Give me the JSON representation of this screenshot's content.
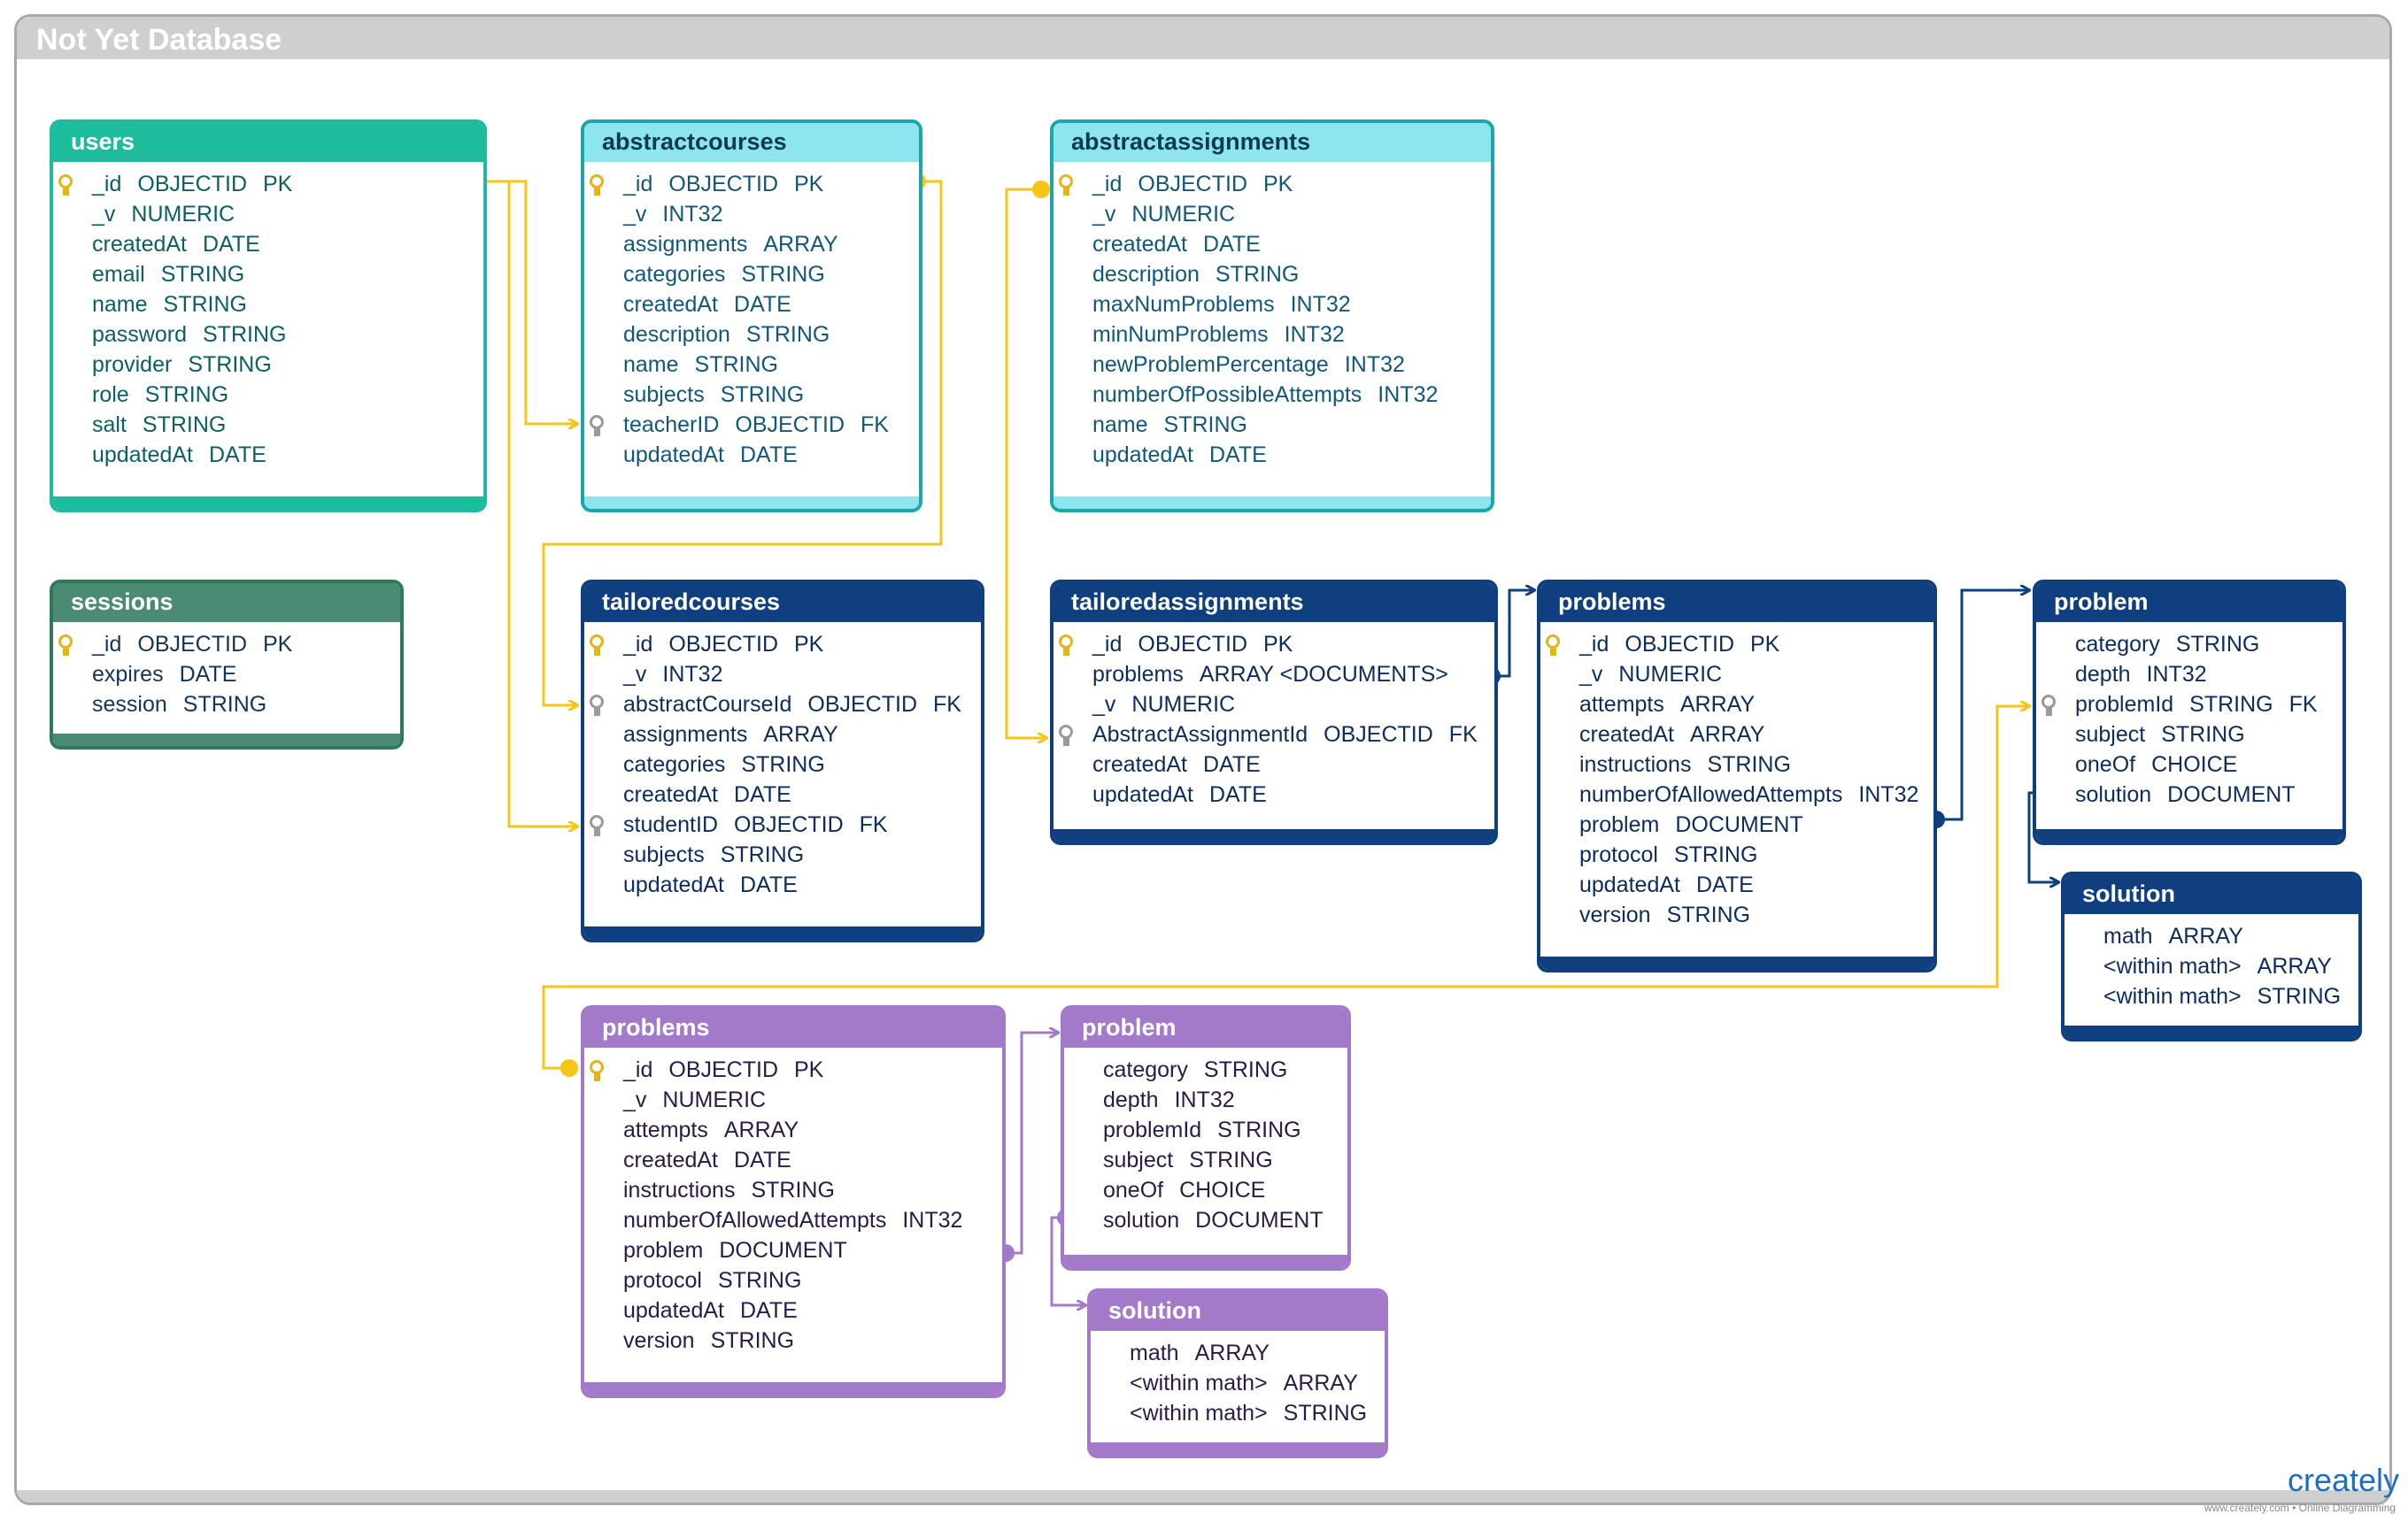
{
  "title": "Not Yet Database",
  "brand": {
    "logo": "creately",
    "tagline": "www.creately.com • Online Diagramming"
  },
  "tables": [
    {
      "id": "users",
      "name": "users",
      "theme": "green",
      "rows": [
        {
          "field": "_id",
          "type": "OBJECTID",
          "key": "PK"
        },
        {
          "field": "_v",
          "type": "NUMERIC",
          "key": ""
        },
        {
          "field": "createdAt",
          "type": "DATE",
          "key": ""
        },
        {
          "field": "email",
          "type": "STRING",
          "key": ""
        },
        {
          "field": "name",
          "type": "STRING",
          "key": ""
        },
        {
          "field": "password",
          "type": "STRING",
          "key": ""
        },
        {
          "field": "provider",
          "type": "STRING",
          "key": ""
        },
        {
          "field": "role",
          "type": "STRING",
          "key": ""
        },
        {
          "field": "salt",
          "type": "STRING",
          "key": ""
        },
        {
          "field": "updatedAt",
          "type": "DATE",
          "key": ""
        }
      ]
    },
    {
      "id": "sessions",
      "name": "sessions",
      "theme": "dgreen",
      "rows": [
        {
          "field": "_id",
          "type": "OBJECTID",
          "key": "PK"
        },
        {
          "field": "expires",
          "type": "DATE",
          "key": ""
        },
        {
          "field": "session",
          "type": "STRING",
          "key": ""
        }
      ]
    },
    {
      "id": "abstractcourses",
      "name": "abstractcourses",
      "theme": "cyan",
      "rows": [
        {
          "field": "_id",
          "type": "OBJECTID",
          "key": "PK"
        },
        {
          "field": "_v",
          "type": "INT32",
          "key": ""
        },
        {
          "field": "assignments",
          "type": "ARRAY",
          "key": ""
        },
        {
          "field": "categories",
          "type": "STRING",
          "key": ""
        },
        {
          "field": "createdAt",
          "type": "DATE",
          "key": ""
        },
        {
          "field": "description",
          "type": "STRING",
          "key": ""
        },
        {
          "field": "name",
          "type": "STRING",
          "key": ""
        },
        {
          "field": "subjects",
          "type": "STRING",
          "key": ""
        },
        {
          "field": "teacherID",
          "type": "OBJECTID",
          "key": "FK"
        },
        {
          "field": "updatedAt",
          "type": "DATE",
          "key": ""
        }
      ]
    },
    {
      "id": "abstractassignments",
      "name": "abstractassignments",
      "theme": "cyan",
      "rows": [
        {
          "field": "_id",
          "type": "OBJECTID",
          "key": "PK"
        },
        {
          "field": "_v",
          "type": "NUMERIC",
          "key": ""
        },
        {
          "field": "createdAt",
          "type": "DATE",
          "key": ""
        },
        {
          "field": "description",
          "type": "STRING",
          "key": ""
        },
        {
          "field": "maxNumProblems",
          "type": "INT32",
          "key": ""
        },
        {
          "field": "minNumProblems",
          "type": "INT32",
          "key": ""
        },
        {
          "field": "newProblemPercentage",
          "type": "INT32",
          "key": ""
        },
        {
          "field": "numberOfPossibleAttempts",
          "type": "INT32",
          "key": ""
        },
        {
          "field": "name",
          "type": "STRING",
          "key": ""
        },
        {
          "field": "updatedAt",
          "type": "DATE",
          "key": ""
        }
      ]
    },
    {
      "id": "tailoredcourses",
      "name": "tailoredcourses",
      "theme": "navy",
      "rows": [
        {
          "field": "_id",
          "type": "OBJECTID",
          "key": "PK"
        },
        {
          "field": "_v",
          "type": "INT32",
          "key": ""
        },
        {
          "field": "abstractCourseId",
          "type": "OBJECTID",
          "key": "FK"
        },
        {
          "field": "assignments",
          "type": "ARRAY",
          "key": ""
        },
        {
          "field": "categories",
          "type": "STRING",
          "key": ""
        },
        {
          "field": "createdAt",
          "type": "DATE",
          "key": ""
        },
        {
          "field": "studentID",
          "type": "OBJECTID",
          "key": "FK"
        },
        {
          "field": "subjects",
          "type": "STRING",
          "key": ""
        },
        {
          "field": "updatedAt",
          "type": "DATE",
          "key": ""
        }
      ]
    },
    {
      "id": "tailoredassignments",
      "name": "tailoredassignments",
      "theme": "navy",
      "rows": [
        {
          "field": "_id",
          "type": "OBJECTID",
          "key": "PK"
        },
        {
          "field": "problems",
          "type": "ARRAY <DOCUMENTS>",
          "key": ""
        },
        {
          "field": "_v",
          "type": "NUMERIC",
          "key": ""
        },
        {
          "field": "AbstractAssignmentId",
          "type": "OBJECTID",
          "key": "FK"
        },
        {
          "field": "createdAt",
          "type": "DATE",
          "key": ""
        },
        {
          "field": "updatedAt",
          "type": "DATE",
          "key": ""
        }
      ]
    },
    {
      "id": "problems_navy",
      "name": "problems",
      "theme": "navy",
      "rows": [
        {
          "field": "_id",
          "type": "OBJECTID",
          "key": "PK"
        },
        {
          "field": "_v",
          "type": "NUMERIC",
          "key": ""
        },
        {
          "field": "attempts",
          "type": "ARRAY",
          "key": ""
        },
        {
          "field": "createdAt",
          "type": "ARRAY",
          "key": ""
        },
        {
          "field": "instructions",
          "type": "STRING",
          "key": ""
        },
        {
          "field": "numberOfAllowedAttempts",
          "type": "INT32",
          "key": ""
        },
        {
          "field": "problem",
          "type": "DOCUMENT",
          "key": ""
        },
        {
          "field": "protocol",
          "type": "STRING",
          "key": ""
        },
        {
          "field": "updatedAt",
          "type": "DATE",
          "key": ""
        },
        {
          "field": "version",
          "type": "STRING",
          "key": ""
        }
      ]
    },
    {
      "id": "problem_navy",
      "name": "problem",
      "theme": "navy",
      "rows": [
        {
          "field": "category",
          "type": "STRING",
          "key": ""
        },
        {
          "field": "depth",
          "type": "INT32",
          "key": ""
        },
        {
          "field": "problemId",
          "type": "STRING",
          "key": "FK"
        },
        {
          "field": "subject",
          "type": "STRING",
          "key": ""
        },
        {
          "field": "oneOf",
          "type": "CHOICE",
          "key": ""
        },
        {
          "field": "solution",
          "type": "DOCUMENT",
          "key": ""
        }
      ]
    },
    {
      "id": "solution_navy",
      "name": "solution",
      "theme": "navy",
      "rows": [
        {
          "field": "math",
          "type": "ARRAY",
          "key": ""
        },
        {
          "field": "<within math>",
          "type": "ARRAY",
          "key": ""
        },
        {
          "field": "<within math>",
          "type": "STRING",
          "key": ""
        }
      ]
    },
    {
      "id": "problems_purple",
      "name": "problems",
      "theme": "purple",
      "rows": [
        {
          "field": "_id",
          "type": "OBJECTID",
          "key": "PK"
        },
        {
          "field": "_v",
          "type": "NUMERIC",
          "key": ""
        },
        {
          "field": "attempts",
          "type": "ARRAY",
          "key": ""
        },
        {
          "field": "createdAt",
          "type": "DATE",
          "key": ""
        },
        {
          "field": "instructions",
          "type": "STRING",
          "key": ""
        },
        {
          "field": "numberOfAllowedAttempts",
          "type": "INT32",
          "key": ""
        },
        {
          "field": "problem",
          "type": "DOCUMENT",
          "key": ""
        },
        {
          "field": "protocol",
          "type": "STRING",
          "key": ""
        },
        {
          "field": "updatedAt",
          "type": "DATE",
          "key": ""
        },
        {
          "field": "version",
          "type": "STRING",
          "key": ""
        }
      ]
    },
    {
      "id": "problem_purple",
      "name": "problem",
      "theme": "purple",
      "rows": [
        {
          "field": "category",
          "type": "STRING",
          "key": ""
        },
        {
          "field": "depth",
          "type": "INT32",
          "key": ""
        },
        {
          "field": "problemId",
          "type": "STRING",
          "key": ""
        },
        {
          "field": "subject",
          "type": "STRING",
          "key": ""
        },
        {
          "field": "oneOf",
          "type": "CHOICE",
          "key": ""
        },
        {
          "field": "solution",
          "type": "DOCUMENT",
          "key": ""
        }
      ]
    },
    {
      "id": "solution_purple",
      "name": "solution",
      "theme": "purple",
      "rows": [
        {
          "field": "math",
          "type": "ARRAY",
          "key": ""
        },
        {
          "field": "<within math>",
          "type": "ARRAY",
          "key": ""
        },
        {
          "field": "<within math>",
          "type": "STRING",
          "key": ""
        }
      ]
    }
  ],
  "colors": {
    "yellow_connector": "#f5c518",
    "navy_connector": "#0f3f7f",
    "purple_connector": "#a379c9"
  }
}
